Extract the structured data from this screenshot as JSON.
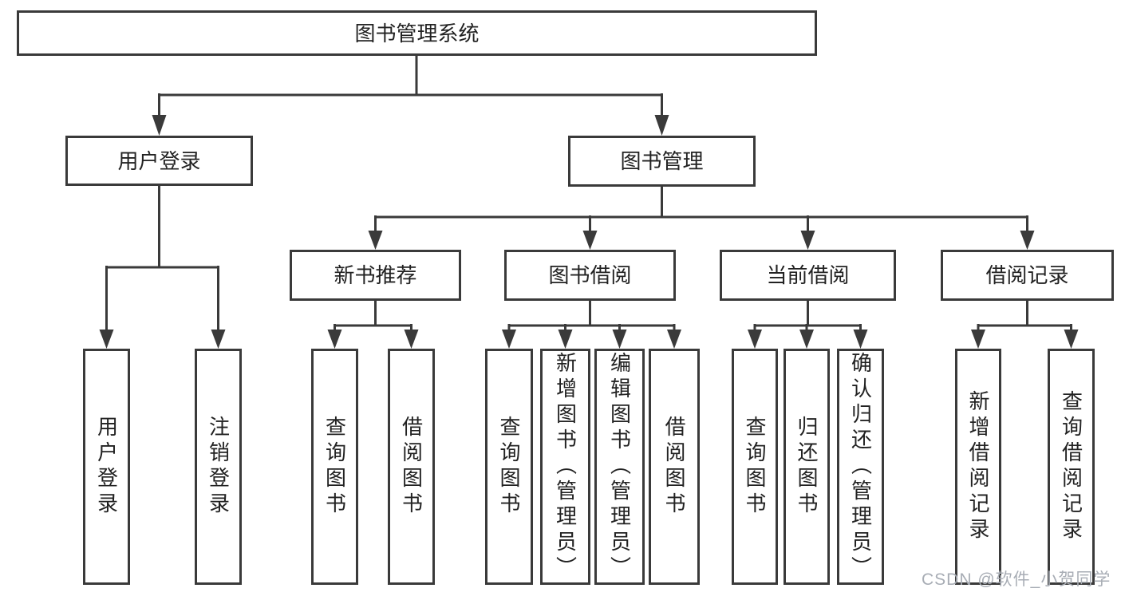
{
  "diagram": {
    "root": {
      "label": "图书管理系统"
    },
    "level2": {
      "user_login": {
        "label": "用户登录"
      },
      "book_mgmt": {
        "label": "图书管理"
      }
    },
    "level3": {
      "new_books": {
        "label": "新书推荐"
      },
      "book_borrow": {
        "label": "图书借阅"
      },
      "current_borrow": {
        "label": "当前借阅"
      },
      "borrow_records": {
        "label": "借阅记录"
      }
    },
    "leaves": {
      "user_login": {
        "label": "用户登录"
      },
      "logout": {
        "label": "注销登录"
      },
      "nb_query": {
        "label": "查询图书"
      },
      "nb_borrow": {
        "label": "借阅图书"
      },
      "bb_query": {
        "label": "查询图书"
      },
      "bb_add": {
        "label": "新增图书（管理员）"
      },
      "bb_edit": {
        "label": "编辑图书（管理员）"
      },
      "bb_borrow": {
        "label": "借阅图书"
      },
      "cb_query": {
        "label": "查询图书"
      },
      "cb_return": {
        "label": "归还图书"
      },
      "cb_confirm": {
        "label": "确认归还（管理员）"
      },
      "br_add": {
        "label": "新增借阅记录"
      },
      "br_query": {
        "label": "查询借阅记录"
      }
    }
  },
  "watermark": {
    "text": "CSDN @软件_小贺同学"
  },
  "colors": {
    "line": "#3a3a3a",
    "text": "#222222",
    "watermark": "#a8adb5",
    "background": "#ffffff"
  }
}
